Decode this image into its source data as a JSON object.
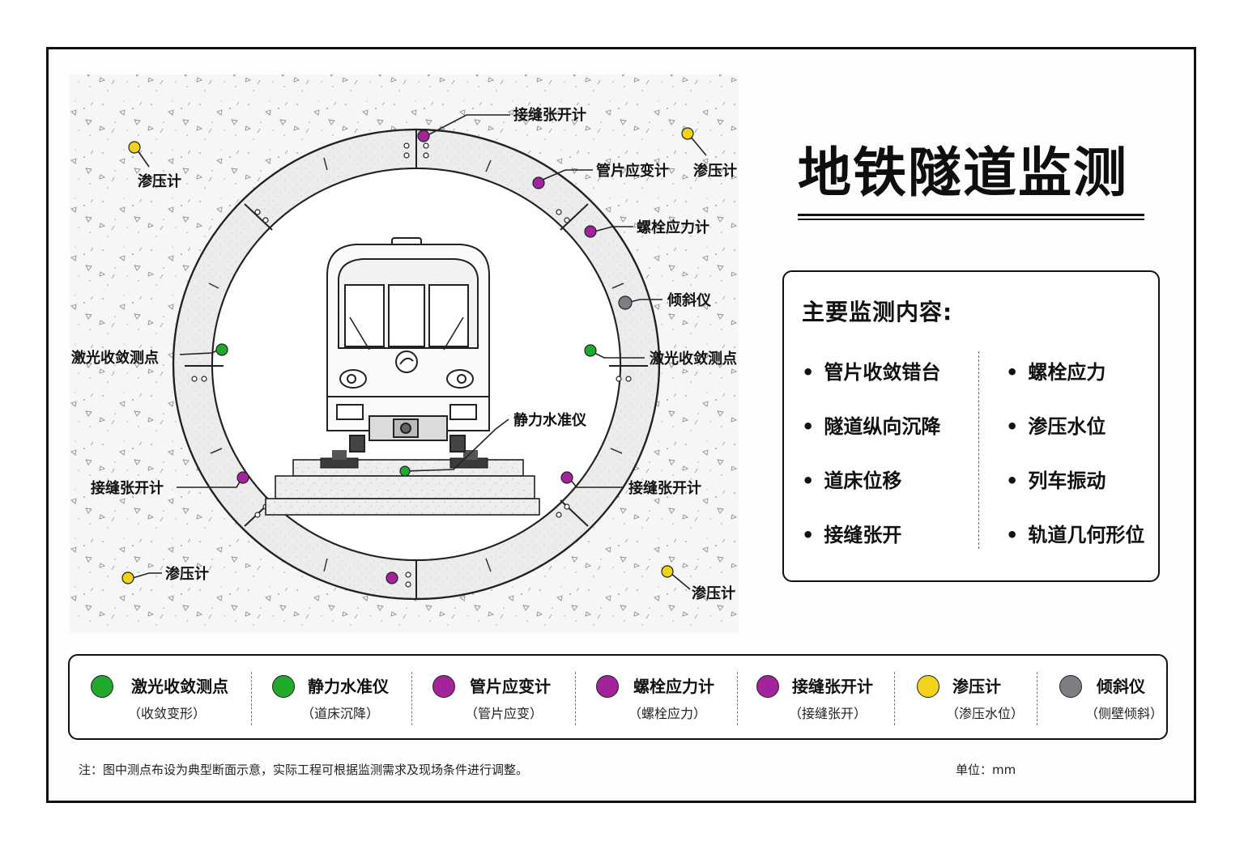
{
  "title": "地铁隧道监测",
  "panel": {
    "heading": "主要监测内容:",
    "left_items": [
      "管片收敛错台",
      "隧道纵向沉降",
      "道床位移",
      "接缝张开"
    ],
    "right_items": [
      "螺栓应力",
      "渗压水位",
      "列车振动",
      "轨道几何形位"
    ]
  },
  "labels": {
    "joint_top": "接缝张开计",
    "segment_strain": "管片应变计",
    "bolt_stress": "螺栓应力计",
    "inclinometer": "倾斜仪",
    "laser_left": "激光收敛测点",
    "laser_right": "激光收敛测点",
    "hydrostatic_level": "静力水准仪",
    "joint_left": "接缝张开计",
    "joint_right": "接缝张开计",
    "piezo_top_left": "渗压计",
    "piezo_top_right": "渗压计",
    "piezo_bottom_left": "渗压计",
    "piezo_bottom_right": "渗压计"
  },
  "colors": {
    "green": "#1faa2d",
    "purple": "#a3239a",
    "yellow": "#f2d21b",
    "gray": "#7e7e82"
  },
  "legend": [
    {
      "name": "激光收敛测点",
      "sub": "（收敛变形）",
      "color": "#1faa2d"
    },
    {
      "name": "静力水准仪",
      "sub": "（道床沉降）",
      "color": "#1faa2d"
    },
    {
      "name": "管片应变计",
      "sub": "（管片应变）",
      "color": "#a3239a"
    },
    {
      "name": "螺栓应力计",
      "sub": "（螺栓应力）",
      "color": "#a3239a"
    },
    {
      "name": "接缝张开计",
      "sub": "（接缝张开）",
      "color": "#a3239a"
    },
    {
      "name": "渗压计",
      "sub": "（渗压水位）",
      "color": "#f2d21b"
    },
    {
      "name": "倾斜仪",
      "sub": "（侧壁倾斜）",
      "color": "#7e7e82"
    }
  ],
  "note": "注：图中测点布设为典型断面示意，实际工程可根据监测需求及现场条件进行调整。",
  "unit": "单位：mm"
}
